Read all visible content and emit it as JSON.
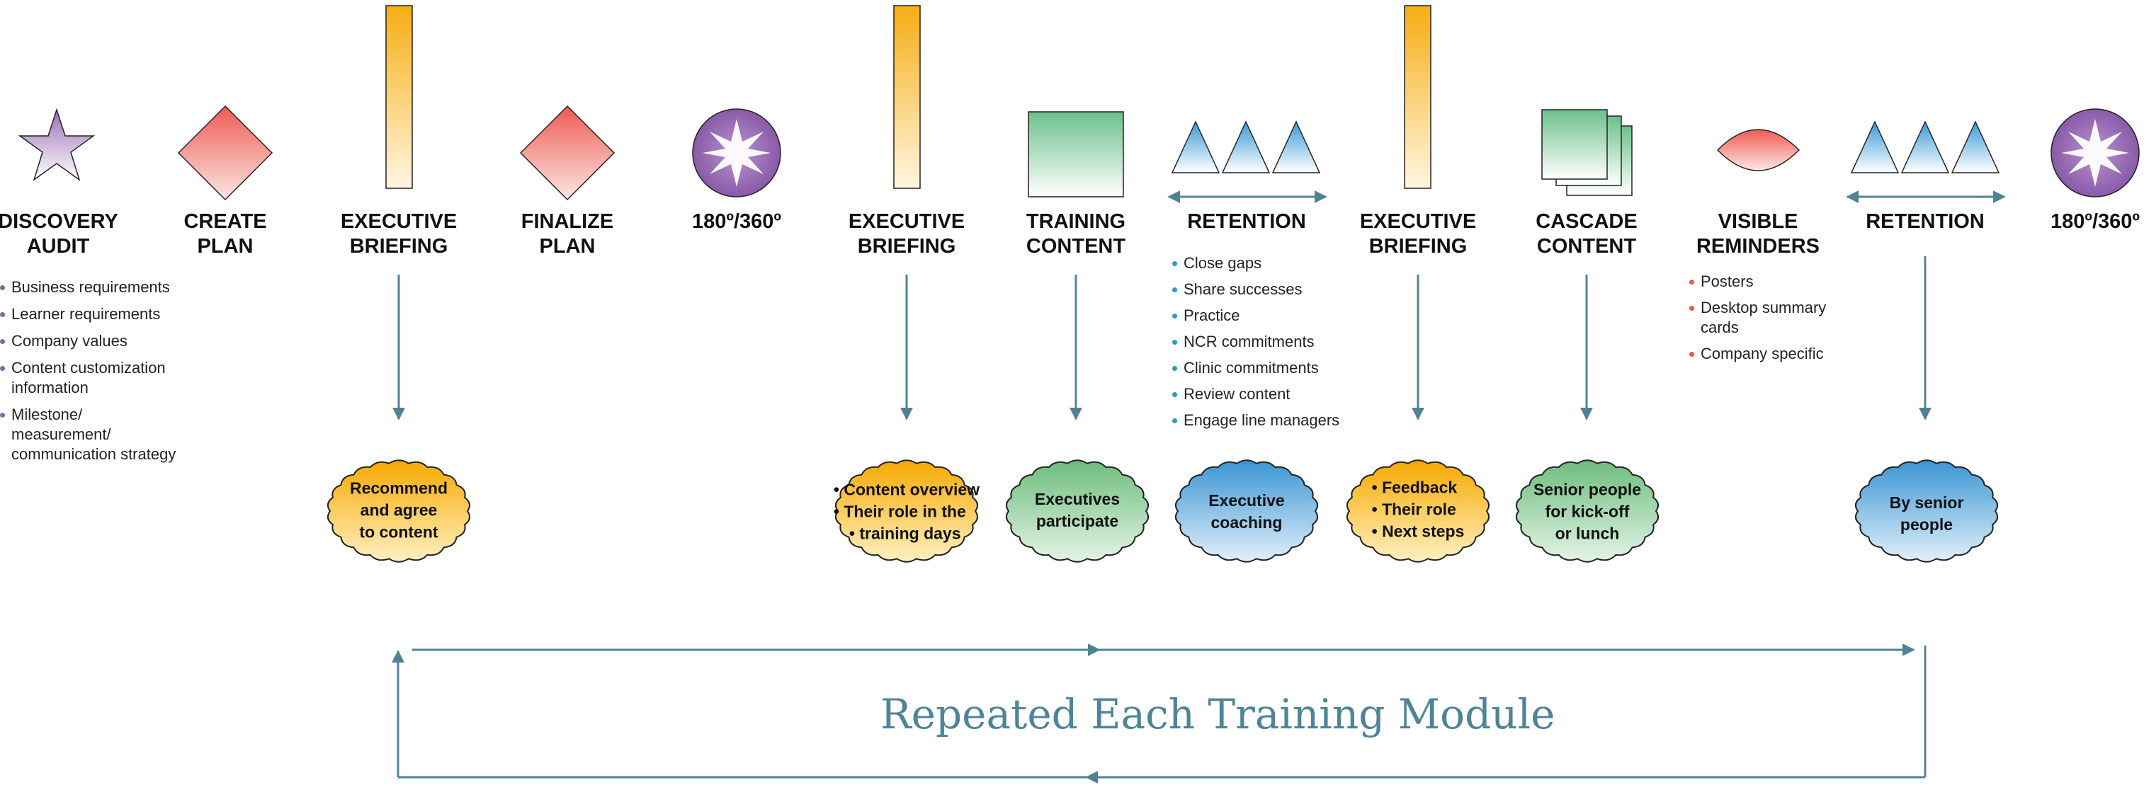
{
  "colors": {
    "orange": "#f7b21f",
    "teal_arrow": "#4f8394",
    "bullet_purple": "#8b62a8",
    "bullet_teal": "#2aa0b4",
    "bullet_red": "#e85a4f",
    "banner_text": "#4e8497"
  },
  "stages": [
    {
      "icon": "star-icon",
      "label": [
        "DISCOVERY",
        "AUDIT"
      ]
    },
    {
      "icon": "red-diamond-icon",
      "label": [
        "CREATE",
        "PLAN"
      ]
    },
    {
      "icon": "orange-bar-icon",
      "label": [
        "EXECUTIVE",
        "BRIEFING"
      ]
    },
    {
      "icon": "red-diamond-icon",
      "label": [
        "FINALIZE",
        "PLAN"
      ]
    },
    {
      "icon": "purple-burst-circle-icon",
      "label": [
        "180º/360º"
      ]
    },
    {
      "icon": "orange-bar-icon",
      "label": [
        "EXECUTIVE",
        "BRIEFING"
      ]
    },
    {
      "icon": "green-square-icon",
      "label": [
        "TRAINING",
        "CONTENT"
      ]
    },
    {
      "icon": "blue-triangles-icon",
      "label": [
        "RETENTION"
      ]
    },
    {
      "icon": "orange-bar-icon",
      "label": [
        "EXECUTIVE",
        "BRIEFING"
      ]
    },
    {
      "icon": "stacked-green-squares-icon",
      "label": [
        "CASCADE",
        "CONTENT"
      ]
    },
    {
      "icon": "red-lens-icon",
      "label": [
        "VISIBLE",
        "REMINDERS"
      ]
    },
    {
      "icon": "blue-triangles-icon",
      "label": [
        "RETENTION"
      ]
    },
    {
      "icon": "purple-burst-circle-icon",
      "label": [
        "180º/360º"
      ]
    }
  ],
  "discovery_bullets": [
    "Business requirements",
    "Learner requirements",
    "Company values",
    "Content customization information",
    "Milestone/ measurement/ communication strategy"
  ],
  "retention_bullets": [
    "Close gaps",
    "Share successes",
    "Practice",
    "NCR commitments",
    "Clinic commitments",
    "Review content",
    "Engage line managers"
  ],
  "reminder_bullets": [
    "Posters",
    "Desktop summary cards",
    "Company specific"
  ],
  "clouds": [
    {
      "color": "orange",
      "lines": [
        "Recommend",
        "and agree",
        "to content"
      ],
      "list": false
    },
    {
      "color": "orange",
      "lines": [
        "Content overview",
        "Their role in the",
        "training days"
      ],
      "list": true
    },
    {
      "color": "green",
      "lines": [
        "Executives",
        "participate"
      ],
      "list": false
    },
    {
      "color": "blue",
      "lines": [
        "Executive",
        "coaching"
      ],
      "list": false
    },
    {
      "color": "orange",
      "lines": [
        "Feedback",
        "Their role",
        "Next steps"
      ],
      "list": true
    },
    {
      "color": "green",
      "lines": [
        "Senior people",
        "for kick-off",
        "or lunch"
      ],
      "list": false
    },
    {
      "color": "blue",
      "lines": [
        "By senior",
        "people"
      ],
      "list": false
    }
  ],
  "banner": "Repeated Each Training Module"
}
